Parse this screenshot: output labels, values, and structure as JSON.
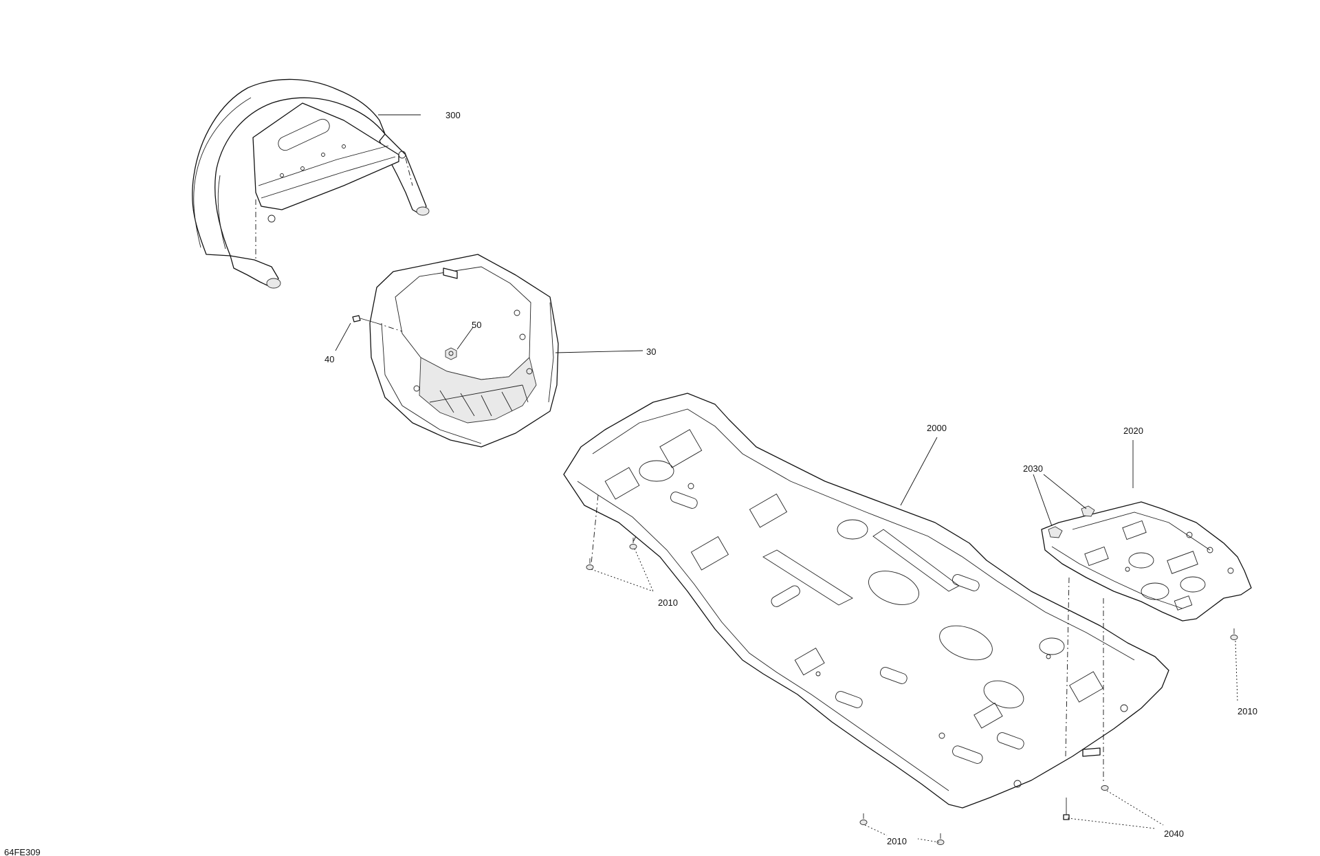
{
  "figure": {
    "code": "64FE309"
  },
  "callouts": {
    "c300": "300",
    "c50": "50",
    "c40": "40",
    "c30": "30",
    "c2000": "2000",
    "c2020": "2020",
    "c2030": "2030",
    "c2010_left": "2010",
    "c2010_right": "2010",
    "c2010_bottom": "2010",
    "c2040": "2040"
  }
}
